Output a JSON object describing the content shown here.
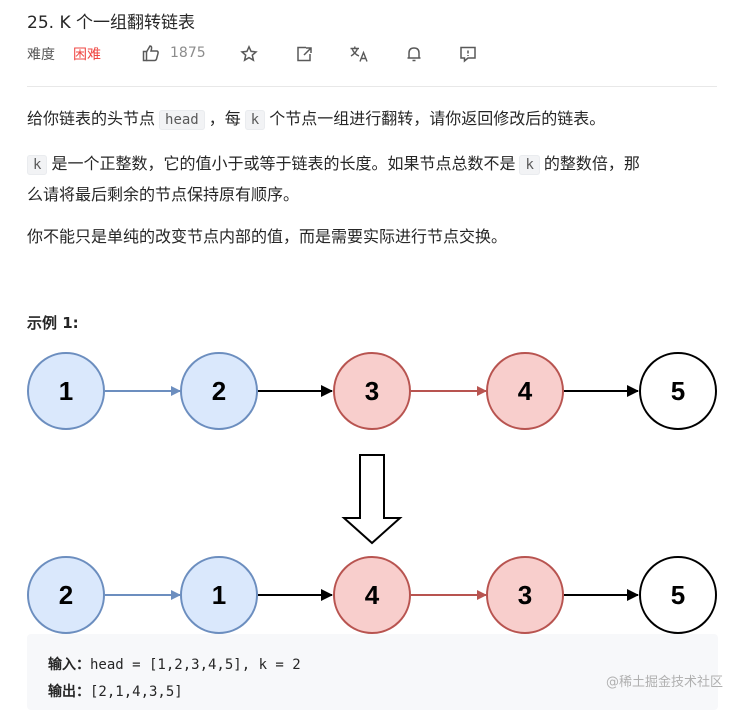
{
  "problem": {
    "title": "25. K 个一组翻转链表",
    "difficulty_label": "难度",
    "difficulty": "困难",
    "likes": "1875"
  },
  "description": {
    "p1_a": "给你链表的头节点",
    "p1_code1": "head",
    "p1_b": "，每",
    "p1_code2": "k",
    "p1_c": "个节点一组进行翻转，请你返回修改后的链表。",
    "p2_code1": "k",
    "p2_a": "是一个正整数，它的值小于或等于链表的长度。如果节点总数不是",
    "p2_code2": "k",
    "p2_b": "的整数倍，那",
    "p2_c": "么请将最后剩余的节点保持原有顺序。",
    "p3": "你不能只是单纯的改变节点内部的值，而是需要实际进行节点交换。"
  },
  "example": {
    "title": "示例 1:",
    "before_nodes": [
      "1",
      "2",
      "3",
      "4",
      "5"
    ],
    "after_nodes": [
      "2",
      "1",
      "4",
      "3",
      "5"
    ],
    "input_label": "输入：",
    "input_value": "head = [1,2,3,4,5], k = 2",
    "output_label": "输出：",
    "output_value": "[2,1,4,3,5]"
  },
  "colors": {
    "blue_fill": "#dae8fc",
    "blue_stroke": "#6c8ebf",
    "red_fill": "#f8cecc",
    "red_stroke": "#b85450",
    "hard": "#ef4743"
  },
  "watermark": "@稀土掘金技术社区"
}
